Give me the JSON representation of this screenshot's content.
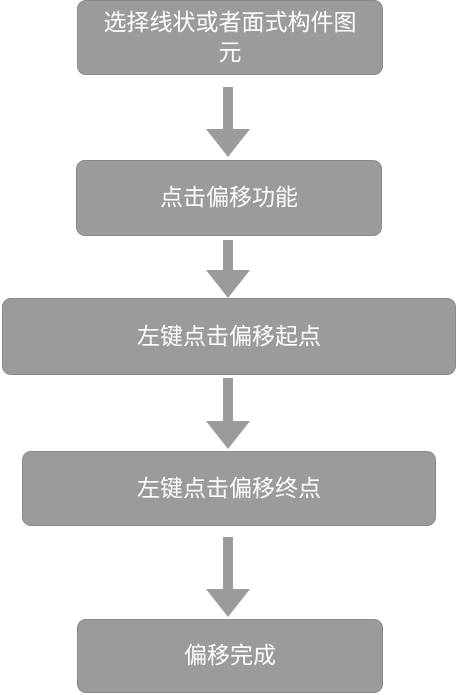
{
  "flowchart": {
    "steps": [
      {
        "label": "选择线状或者面式构件图元"
      },
      {
        "label": "点击偏移功能"
      },
      {
        "label": "左键点击偏移起点"
      },
      {
        "label": "左键点击偏移终点"
      },
      {
        "label": "偏移完成"
      }
    ]
  },
  "colors": {
    "box_fill": "#9b9b9b",
    "box_text": "#ffffff",
    "arrow": "#9b9b9b"
  }
}
